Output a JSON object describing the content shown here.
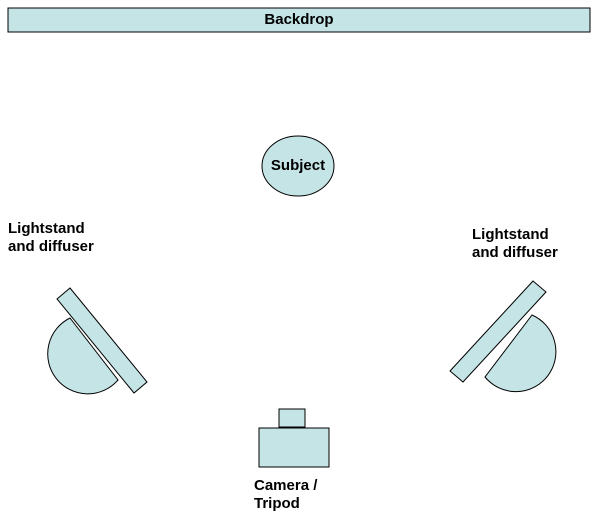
{
  "backdrop": {
    "label": "Backdrop"
  },
  "subject": {
    "label": "Subject"
  },
  "lights": [
    {
      "line1": "Lightstand",
      "line2": "and diffuser"
    },
    {
      "line1": "Lightstand",
      "line2": "and diffuser"
    }
  ],
  "camera": {
    "line1": "Camera /",
    "line2": "Tripod"
  },
  "colors": {
    "fill": "#c5e4e6",
    "stroke": "#000000",
    "background": "#ffffff"
  }
}
